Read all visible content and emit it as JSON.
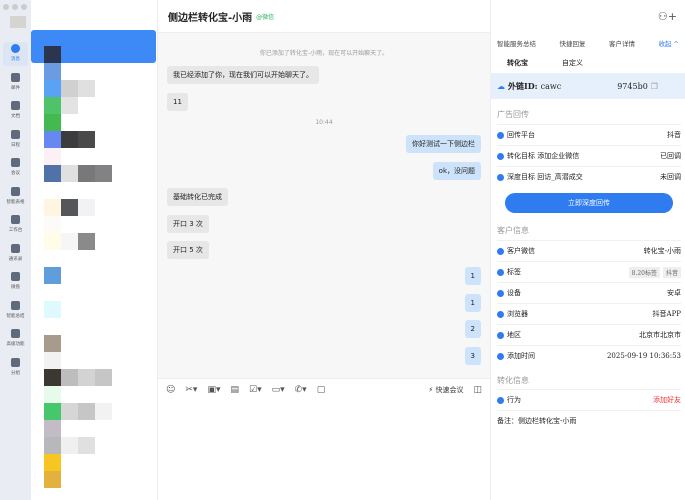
{
  "nav": {
    "items": [
      "消息",
      "邮件",
      "文档",
      "日程",
      "会议",
      "智能表格",
      "工作台",
      "通讯录",
      "微盘",
      "智能总结",
      "高级功能",
      "分组"
    ],
    "active": 0
  },
  "chat": {
    "title": "侧边栏转化宝-小雨",
    "source": "@微信",
    "system": "你已添加了转化宝-小雨，现在可以开始聊天了。",
    "time": "10:44",
    "messages": [
      {
        "side": "l",
        "text": "我已经添加了你，现在我们可以开始聊天了。"
      },
      {
        "side": "l",
        "text": "11"
      },
      {
        "side": "r",
        "text": "你好测试一下侧边栏"
      },
      {
        "side": "r",
        "text": "ok，没问题"
      },
      {
        "side": "l",
        "text": "基础转化已完成"
      },
      {
        "side": "l",
        "text": "开口 3 次"
      },
      {
        "side": "l",
        "text": "开口 5 次"
      },
      {
        "side": "r",
        "text": "1"
      },
      {
        "side": "r",
        "text": "1"
      },
      {
        "side": "r",
        "text": "2"
      },
      {
        "side": "r",
        "text": "3"
      }
    ],
    "quick_meeting": "快速会议"
  },
  "side": {
    "tabs": [
      "智能服务总结",
      "快捷回复",
      "客户详情",
      "收起 ^"
    ],
    "subtabs": [
      "转化宝",
      "自定义"
    ],
    "id_label": "外链ID:",
    "id_value": "cawc",
    "id_suffix": "9745b0",
    "ad_title": "广告回传",
    "ad_rows": [
      {
        "k": "回传平台",
        "v": "抖音"
      },
      {
        "k": "转化目标 添加企业微信",
        "v": "已回调"
      },
      {
        "k": "深度目标 回访_高潜成交",
        "v": "未回调"
      }
    ],
    "button": "立即深度回传",
    "cust_title": "客户信息",
    "cust_rows": [
      {
        "k": "客户微信",
        "v": "转化宝-小雨"
      },
      {
        "k": "标签",
        "tags": [
          "8.20标签",
          "抖音"
        ]
      },
      {
        "k": "设备",
        "v": "安卓"
      },
      {
        "k": "浏览器",
        "v": "抖音APP"
      },
      {
        "k": "地区",
        "v": "北京市北京市"
      },
      {
        "k": "添加时间",
        "v": "2025-09-19 10:36:53"
      }
    ],
    "conv_title": "转化信息",
    "conv_rows": [
      {
        "k": "行为",
        "v": "添加好友"
      }
    ],
    "note": "备注：侧边栏转化宝-小雨"
  },
  "colors": {
    "accent": "#2f7bf0",
    "danger": "#e33333"
  }
}
